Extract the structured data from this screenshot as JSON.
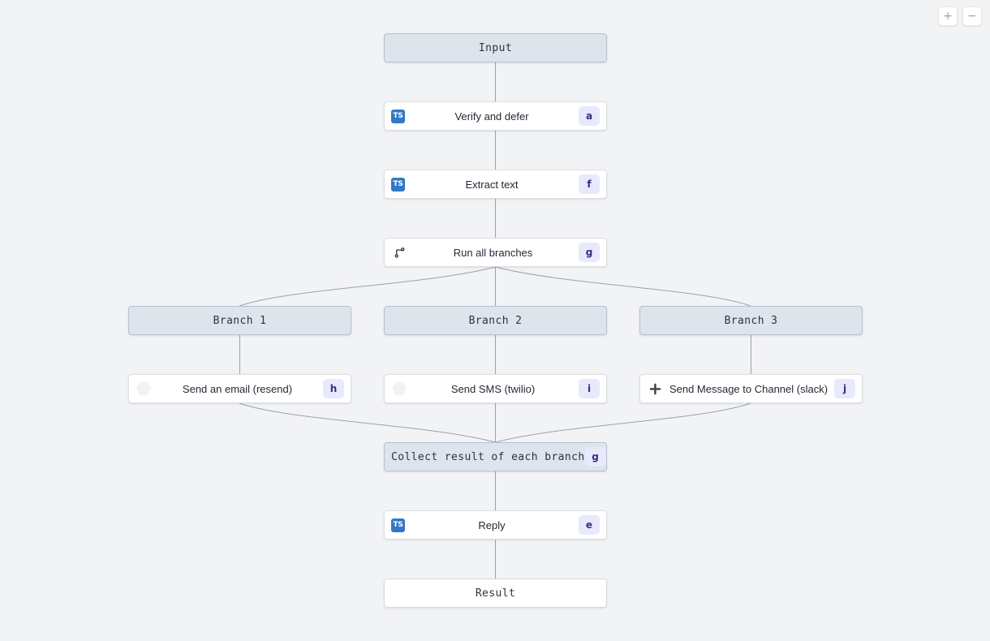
{
  "canvas": {
    "background": "#f2f3f5",
    "edge_color": "#9aa1ab",
    "gray_node_fill": "#dde4ec",
    "gray_node_border": "#b6c2d0",
    "badge_bg": "#e8e9fd",
    "badge_fg": "#30307e",
    "ts_icon_color": "#3178c6"
  },
  "zoom_controls": {
    "zoom_in_label": "+",
    "zoom_out_label": "−"
  },
  "nodes": {
    "input": {
      "label": "Input",
      "kind": "gray"
    },
    "verify": {
      "label": "Verify and defer",
      "badge": "a",
      "icon": "typescript-icon",
      "kind": "card"
    },
    "extract": {
      "label": "Extract text",
      "badge": "f",
      "icon": "typescript-icon",
      "kind": "card"
    },
    "run_all": {
      "label": "Run all branches",
      "badge": "g",
      "icon": "git-branch-icon",
      "kind": "card"
    },
    "branch1": {
      "label": "Branch 1",
      "kind": "gray"
    },
    "branch2": {
      "label": "Branch 2",
      "kind": "gray"
    },
    "branch3": {
      "label": "Branch 3",
      "kind": "gray"
    },
    "email": {
      "label": "Send an email (resend)",
      "badge": "h",
      "icon": "blank-app-icon",
      "kind": "card"
    },
    "sms": {
      "label": "Send SMS (twilio)",
      "badge": "i",
      "icon": "blank-app-icon",
      "kind": "card"
    },
    "slack": {
      "label": "Send Message to Channel (slack)",
      "badge": "j",
      "icon": "slack-icon",
      "kind": "card"
    },
    "collect": {
      "label": "Collect result of each branch",
      "badge": "g",
      "kind": "gray"
    },
    "reply": {
      "label": "Reply",
      "badge": "e",
      "icon": "typescript-icon",
      "kind": "card"
    },
    "result": {
      "label": "Result",
      "kind": "plain"
    }
  },
  "ts_icon_text": "TS"
}
